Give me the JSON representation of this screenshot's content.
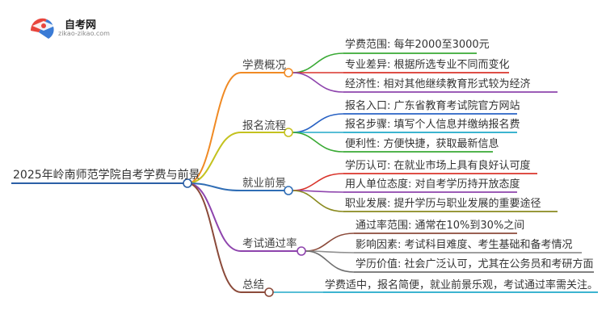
{
  "logo": {
    "title": "自考网",
    "subtitle": "zikao-zikao.com",
    "colors": {
      "red": "#e8453c",
      "blue": "#3a7bd5",
      "cap": "#ffffff"
    }
  },
  "root": {
    "label": "2025年岭南师范学院自考学费与前景",
    "color": "#2b5fa6"
  },
  "branches": [
    {
      "label": "学费概况",
      "color": "#f08a24",
      "leaves": [
        {
          "text": "学费范围: 每年2000至3000元",
          "color": "#3aaa35"
        },
        {
          "text": "专业差异: 根据所选专业不同而变化",
          "color": "#d9342b"
        },
        {
          "text": "经济性: 相对其他继续教育形式较为经济",
          "color": "#8e44ad"
        }
      ]
    },
    {
      "label": "报名流程",
      "color": "#c4c21f",
      "leaves": [
        {
          "text": "报名入口: 广东省教育考试院官方网站",
          "color": "#2962c4"
        },
        {
          "text": "报名步骤: 填写个人信息并缴纳报名费",
          "color": "#21a9c9"
        },
        {
          "text": "便利性: 方便快捷，获取最新信息",
          "color": "#3aaa35"
        }
      ]
    },
    {
      "label": "就业前景",
      "color": "#2f6db5",
      "leaves": [
        {
          "text": "学历认可: 在就业市场上具有良好认可度",
          "color": "#d9342b"
        },
        {
          "text": "用人单位态度: 对自考学历持开放态度",
          "color": "#8e44ad"
        },
        {
          "text": "职业发展: 提升学历与职业发展的重要途径",
          "color": "#8a8a1f"
        }
      ]
    },
    {
      "label": "考试通过率",
      "color": "#8e44ad",
      "leaves": [
        {
          "text": "通过率范围: 通常在10%到30%之间",
          "color": "#8b4a3a"
        },
        {
          "text": "影响因素: 考试科目难度、考生基础和备考情况",
          "color": "#909090"
        },
        {
          "text": "学历价值: 社会广泛认可，尤其在公务员和考研方面",
          "color": "#6f6f6f"
        }
      ]
    },
    {
      "label": "总结",
      "color": "#8b4a3a",
      "leaves": [
        {
          "text": "学费适中，报名简便，就业前景乐观，考试通过率需关注。",
          "color": "#21a9c9"
        }
      ]
    }
  ]
}
